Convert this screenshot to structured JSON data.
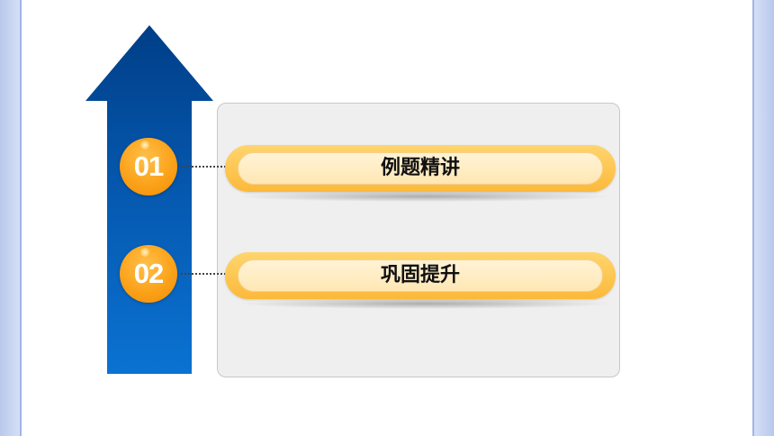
{
  "colors": {
    "arrow_top": "#003e87",
    "arrow_bottom": "#0a6fd0",
    "badge": "#fba21a",
    "pill": "#fdc24f",
    "panel": "#efefef"
  },
  "items": [
    {
      "number": "01",
      "label": "例题精讲"
    },
    {
      "number": "02",
      "label": "巩固提升"
    }
  ],
  "icons": {
    "arrow": "up-arrow-icon"
  }
}
